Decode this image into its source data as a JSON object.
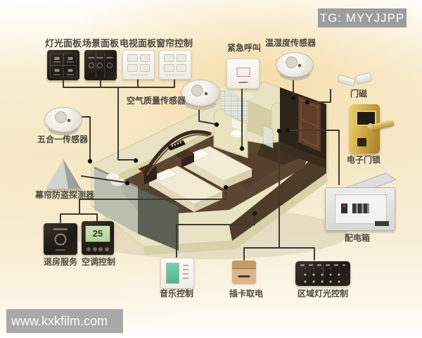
{
  "watermarks": {
    "top": "TG: MYYJJPP",
    "bottom": "www.kxkfilm.com"
  },
  "devices": {
    "light_panel": {
      "label": "灯光面板"
    },
    "scene_panel": {
      "label": "场景面板"
    },
    "tv_panel": {
      "label": "电视面板"
    },
    "curtain_control": {
      "label": "窗帘控制"
    },
    "emergency_call": {
      "label": "紧急呼叫"
    },
    "temp_humidity_sensor": {
      "label": "温湿度传感器"
    },
    "door_magnet": {
      "label": "门磁"
    },
    "air_quality_sensor": {
      "label": "空气质量传感器"
    },
    "five_in_one_sensor": {
      "label": "五合一传感器"
    },
    "curtain_intrusion_detector": {
      "label": "幕帘防盗探测器"
    },
    "checkout_service": {
      "label": "退房服务"
    },
    "ac_control": {
      "label": "空调控制",
      "lcd_value": "25"
    },
    "music_control": {
      "label": "音乐控制"
    },
    "card_power": {
      "label": "插卡取电"
    },
    "zone_light_control": {
      "label": "区域灯光控制"
    },
    "electronic_door_lock": {
      "label": "电子门锁"
    },
    "distribution_box": {
      "label": "配电箱"
    }
  },
  "colors": {
    "background_cream": "#f6e9c9",
    "carpet_brown": "#5b4632",
    "wall_khaki": "#e9e3c3",
    "panel_dark": "#241e1a",
    "lock_gold": "#cfa94a",
    "ac_lcd_green": "#c4d8a4",
    "music_screen_teal": "#5fc6a2",
    "watermark_gray": "#a0a0a0",
    "wire": "#3f3933"
  }
}
